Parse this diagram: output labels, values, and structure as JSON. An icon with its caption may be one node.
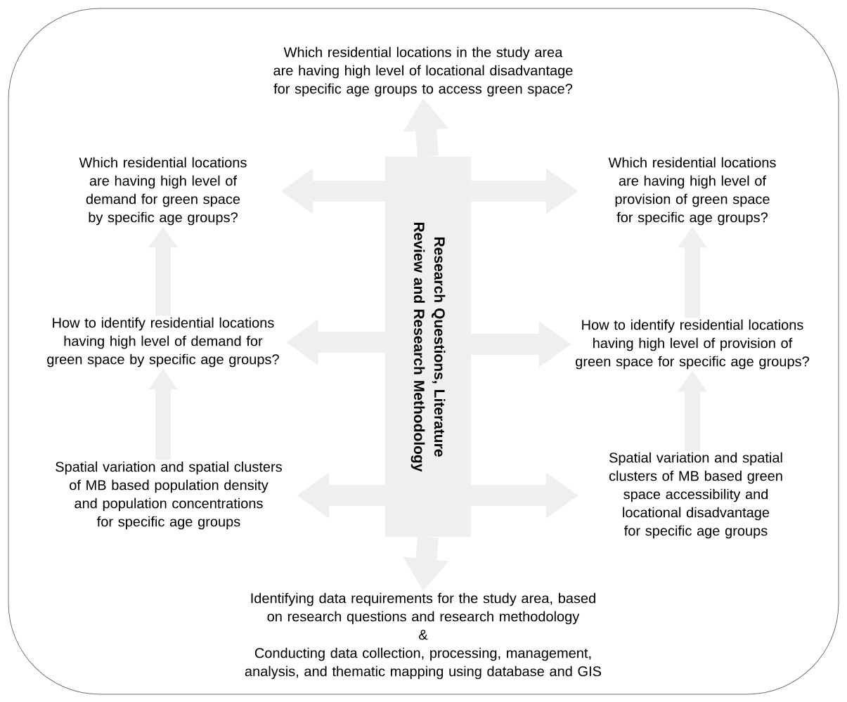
{
  "diagram": {
    "nodes": [
      {
        "text": [
          "Which residential locations in the study area are having high level of locational disadvantage for specific age groups to access green space?"
        ]
      },
      {
        "text": [
          "Research Questions, Literature Review and Research Methodology"
        ]
      },
      {
        "text": [
          "Which residential locations are having high level of demand for green space by specific age groups?"
        ]
      },
      {
        "text": [
          "Which residential locations are having high level of provision of green space for specific age groups?"
        ]
      },
      {
        "text": [
          "How to identify residential locations having high level of demand for green space by specific age groups?"
        ]
      },
      {
        "text": [
          "How to identify residential locations having high level of provision of green space for specific age groups?"
        ]
      },
      {
        "text": [
          "Spatial variation and spatial clusters of MB based population density and population concentrations for specific age groups"
        ]
      },
      {
        "text": [
          "Spatial variation and spatial clusters of MB based green space accessibility and locational disadvantage for specific age groups"
        ]
      },
      {
        "text": [
          "Identifying data requirements for the study area, based on research questions and research methodology",
          "&",
          "Conducting data collection, processing, management, analysis, and thematic mapping using database and GIS"
        ]
      }
    ],
    "edges": [
      {
        "from": 1,
        "to": 0,
        "arrow": "to"
      },
      {
        "from": 1,
        "to": 8,
        "arrow": "to"
      },
      {
        "from": 1,
        "to": 2,
        "arrow": "to"
      },
      {
        "from": 1,
        "to": 3,
        "arrow": "to"
      },
      {
        "from": 1,
        "to": 4,
        "arrow": "to"
      },
      {
        "from": 1,
        "to": 5,
        "arrow": "to"
      },
      {
        "from": 1,
        "to": 6,
        "arrow": "to"
      },
      {
        "from": 1,
        "to": 7,
        "arrow": "to"
      },
      {
        "from": 6,
        "to": 4,
        "arrow": "to"
      },
      {
        "from": 4,
        "to": 2,
        "arrow": "to"
      },
      {
        "from": 7,
        "to": 5,
        "arrow": "to"
      },
      {
        "from": 5,
        "to": 3,
        "arrow": "to"
      }
    ]
  }
}
